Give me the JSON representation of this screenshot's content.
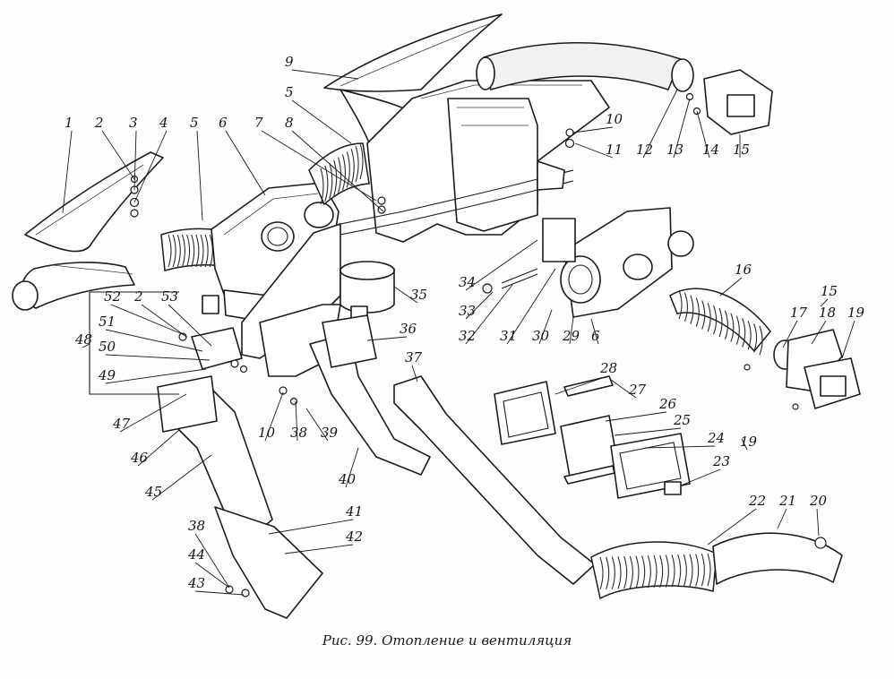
{
  "figure": {
    "caption": "Рис. 99. Отопление и вентиляция",
    "callouts": [
      {
        "id": "c1",
        "text": "1"
      },
      {
        "id": "c2a",
        "text": "2"
      },
      {
        "id": "c3",
        "text": "3"
      },
      {
        "id": "c4",
        "text": "4"
      },
      {
        "id": "c5a",
        "text": "5"
      },
      {
        "id": "c6a",
        "text": "6"
      },
      {
        "id": "c7",
        "text": "7"
      },
      {
        "id": "c8",
        "text": "8"
      },
      {
        "id": "c5b",
        "text": "5"
      },
      {
        "id": "c9",
        "text": "9"
      },
      {
        "id": "c10a",
        "text": "10"
      },
      {
        "id": "c11",
        "text": "11"
      },
      {
        "id": "c12",
        "text": "12"
      },
      {
        "id": "c13",
        "text": "13"
      },
      {
        "id": "c14",
        "text": "14"
      },
      {
        "id": "c15a",
        "text": "15"
      },
      {
        "id": "c34",
        "text": "34"
      },
      {
        "id": "c33",
        "text": "33"
      },
      {
        "id": "c32",
        "text": "32"
      },
      {
        "id": "c31",
        "text": "31"
      },
      {
        "id": "c30",
        "text": "30"
      },
      {
        "id": "c29",
        "text": "29"
      },
      {
        "id": "c6b",
        "text": "6"
      },
      {
        "id": "c35",
        "text": "35"
      },
      {
        "id": "c36",
        "text": "36"
      },
      {
        "id": "c37",
        "text": "37"
      },
      {
        "id": "c16",
        "text": "16"
      },
      {
        "id": "c15b",
        "text": "15"
      },
      {
        "id": "c17",
        "text": "17"
      },
      {
        "id": "c18",
        "text": "18"
      },
      {
        "id": "c19a",
        "text": "19"
      },
      {
        "id": "c28",
        "text": "28"
      },
      {
        "id": "c27",
        "text": "27"
      },
      {
        "id": "c26",
        "text": "26"
      },
      {
        "id": "c25",
        "text": "25"
      },
      {
        "id": "c24",
        "text": "24"
      },
      {
        "id": "c19b",
        "text": "19"
      },
      {
        "id": "c23",
        "text": "23"
      },
      {
        "id": "c22",
        "text": "22"
      },
      {
        "id": "c21",
        "text": "21"
      },
      {
        "id": "c20",
        "text": "20"
      },
      {
        "id": "c48",
        "text": "48"
      },
      {
        "id": "c52",
        "text": "52"
      },
      {
        "id": "c2b",
        "text": "2"
      },
      {
        "id": "c53",
        "text": "53"
      },
      {
        "id": "c51",
        "text": "51"
      },
      {
        "id": "c50",
        "text": "50"
      },
      {
        "id": "c49",
        "text": "49"
      },
      {
        "id": "c47",
        "text": "47"
      },
      {
        "id": "c46",
        "text": "46"
      },
      {
        "id": "c45",
        "text": "45"
      },
      {
        "id": "c10b",
        "text": "10"
      },
      {
        "id": "c38a",
        "text": "38"
      },
      {
        "id": "c39",
        "text": "39"
      },
      {
        "id": "c40",
        "text": "40"
      },
      {
        "id": "c41",
        "text": "41"
      },
      {
        "id": "c42",
        "text": "42"
      },
      {
        "id": "c38b",
        "text": "38"
      },
      {
        "id": "c44",
        "text": "44"
      },
      {
        "id": "c43",
        "text": "43"
      }
    ]
  }
}
